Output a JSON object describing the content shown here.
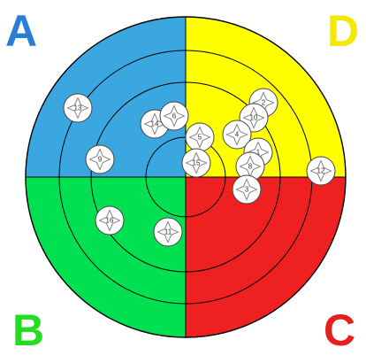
{
  "quadrants": [
    {
      "letter": "A",
      "color": "#3ba7e0"
    },
    {
      "letter": "D",
      "color": "#ffff00"
    },
    {
      "letter": "B",
      "color": "#00e050"
    },
    {
      "letter": "C",
      "color": "#ee2020"
    }
  ],
  "label_colors": {
    "A": "#2a7fd4",
    "D": "#f5e800",
    "B": "#22dd22",
    "C": "#e52020"
  },
  "rings": 4,
  "markers": [
    {
      "id": "2"
    },
    {
      "id": "10"
    },
    {
      "id": "13"
    },
    {
      "id": "14"
    },
    {
      "id": "6"
    },
    {
      "id": "5"
    },
    {
      "id": "4"
    },
    {
      "id": "1"
    },
    {
      "id": "9"
    },
    {
      "id": "15"
    },
    {
      "id": "8"
    },
    {
      "id": "12"
    },
    {
      "id": "3"
    },
    {
      "id": "16"
    },
    {
      "id": "11"
    }
  ]
}
